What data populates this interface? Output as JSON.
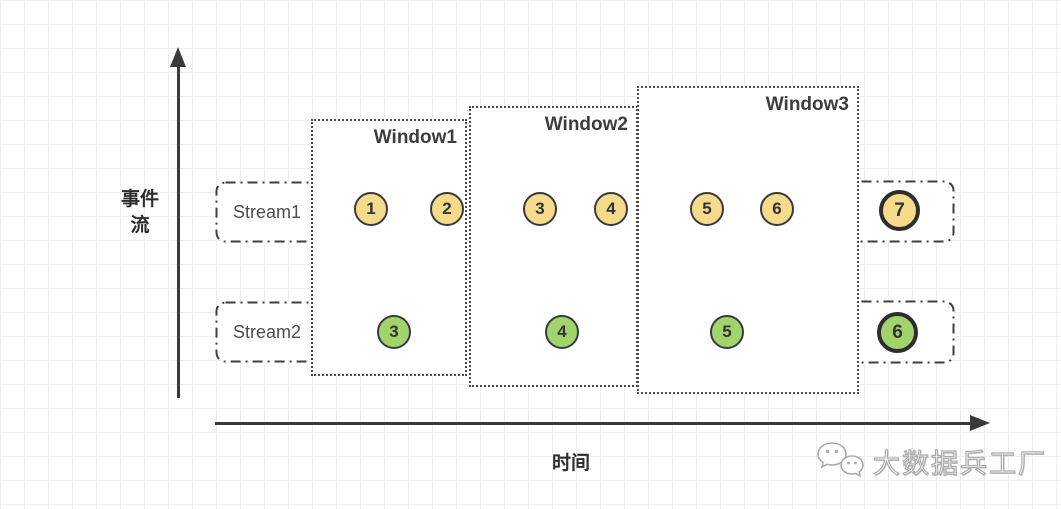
{
  "diagram": {
    "y_axis": {
      "label_line1": "事件",
      "label_line2": "流"
    },
    "x_axis": {
      "label": "时间"
    },
    "streams": [
      {
        "label": "Stream1"
      },
      {
        "label": "Stream2"
      }
    ],
    "windows": [
      {
        "label": "Window1"
      },
      {
        "label": "Window2"
      },
      {
        "label": "Window3"
      }
    ],
    "events": {
      "stream1": [
        {
          "label": "1",
          "highlighted": false
        },
        {
          "label": "2",
          "highlighted": false
        },
        {
          "label": "3",
          "highlighted": false
        },
        {
          "label": "4",
          "highlighted": false
        },
        {
          "label": "5",
          "highlighted": false
        },
        {
          "label": "6",
          "highlighted": false
        },
        {
          "label": "7",
          "highlighted": true
        }
      ],
      "stream2": [
        {
          "label": "3",
          "highlighted": false
        },
        {
          "label": "4",
          "highlighted": false
        },
        {
          "label": "5",
          "highlighted": false
        },
        {
          "label": "6",
          "highlighted": true
        }
      ]
    },
    "watermark": {
      "text": "大数据兵工厂",
      "icon": "wechat-icon"
    },
    "colors": {
      "event_yellow": "#F6DB8D",
      "event_green": "#A2D46E",
      "circle_border": "#3A3A3A",
      "axis": "#3A3A3A",
      "window_border": "#4A4A4A",
      "grid_line": "#EDEDED",
      "watermark_stroke": "#ABABAB"
    }
  }
}
